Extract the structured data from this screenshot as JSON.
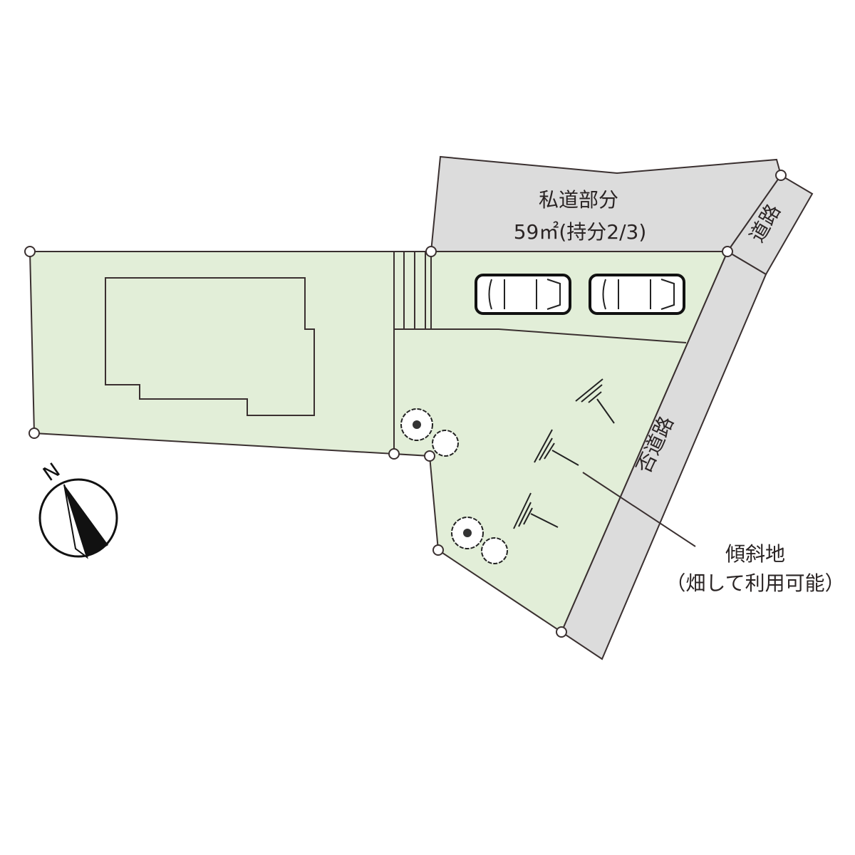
{
  "labels": {
    "private_road_title": "私道部分",
    "private_road_area": "59㎡(持分2/3)",
    "road_top": "道路",
    "road_side": "否道路",
    "slope_title": "傾斜地",
    "slope_note": "（畑して利用可能）",
    "north": "N"
  },
  "colors": {
    "lot": "#e2eed8",
    "road": "#dcdcdc",
    "line": "#3a3030"
  }
}
